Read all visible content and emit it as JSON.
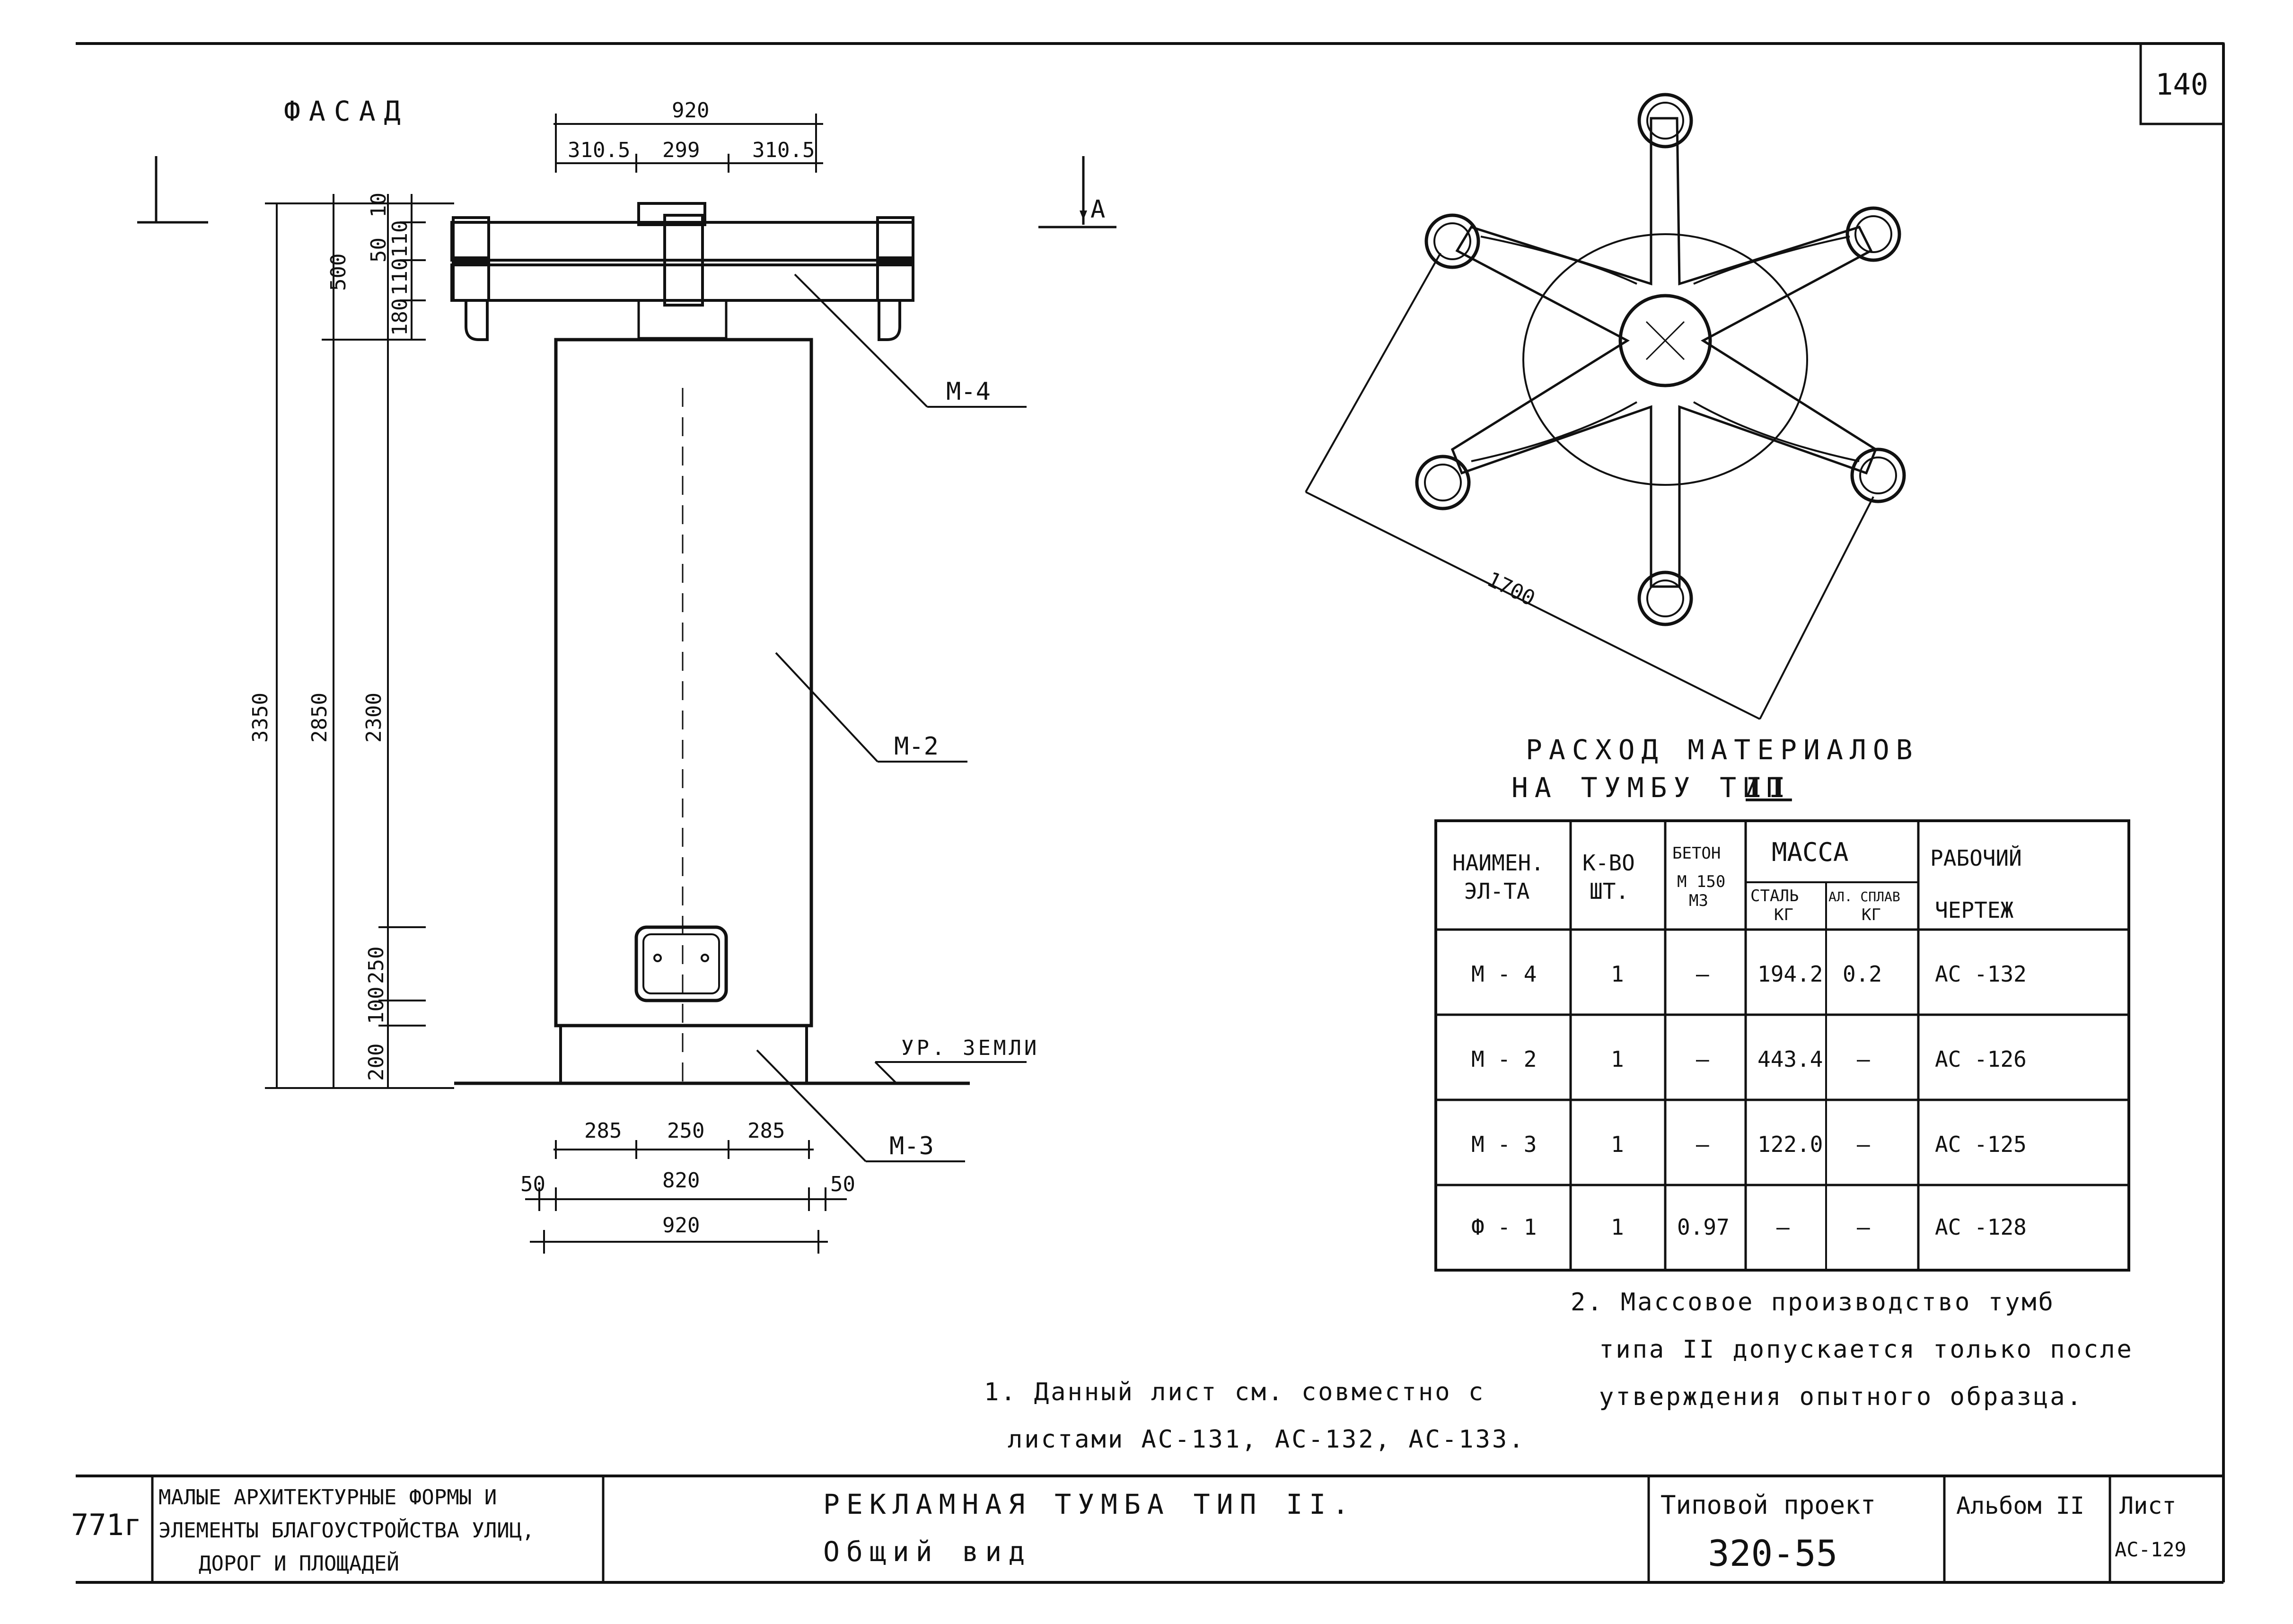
{
  "sheet_number": "140",
  "facade": {
    "title": "ФАСАД",
    "section_marker": "А",
    "dims_top": {
      "overall": "920",
      "left": "310.5",
      "middle": "299",
      "right": "310.5"
    },
    "dims_left": {
      "total": "3350",
      "to_top": "2850",
      "body": "2300",
      "cap": "500"
    },
    "dims_cap": [
      "10",
      "50",
      "110",
      "110",
      "180"
    ],
    "dims_base": [
      "250",
      "100",
      "200"
    ],
    "dims_bottom": {
      "left": "285",
      "middle": "250",
      "right": "285",
      "inner": "820",
      "margin_left": "50",
      "margin_right": "50",
      "overall": "920"
    },
    "leaders": {
      "m4": "М-4",
      "m2": "М-2",
      "m3": "М-3"
    },
    "ground_label": "УР. ЗЕМЛИ"
  },
  "plan": {
    "dim": "1700"
  },
  "materials": {
    "title_line1": "РАСХОД МАТЕРИАЛОВ",
    "title_line2": "НА ТУМБУ ТИП",
    "title_roman": "II",
    "headers": {
      "name_1": "НАИМЕН.",
      "name_2": "ЭЛ-ТА",
      "qty_1": "К-ВО",
      "qty_2": "ШТ.",
      "concrete_1": "БЕТОН",
      "concrete_2": "М 150",
      "concrete_3": "М3",
      "mass": "МАССА",
      "steel_1": "СТАЛЬ",
      "steel_2": "КГ",
      "alloy_1": "АЛ. СПЛАВ",
      "alloy_2": "КГ",
      "drawing_1": "РАБОЧИЙ",
      "drawing_2": "ЧЕРТЕЖ"
    },
    "rows": [
      {
        "name": "М - 4",
        "qty": "1",
        "concrete": "—",
        "steel": "194.2",
        "alloy": "0.2",
        "drawing": "АС -132"
      },
      {
        "name": "М - 2",
        "qty": "1",
        "concrete": "—",
        "steel": "443.4",
        "alloy": "—",
        "drawing": "АС -126"
      },
      {
        "name": "М - 3",
        "qty": "1",
        "concrete": "—",
        "steel": "122.0",
        "alloy": "—",
        "drawing": "АС -125"
      },
      {
        "name": "Ф - 1",
        "qty": "1",
        "concrete": "0.97",
        "steel": "—",
        "alloy": "—",
        "drawing": "АС -128"
      }
    ]
  },
  "notes": {
    "note1_line1": "1. Данный лист см. совместно с",
    "note1_line2": "листами АС-131, АС-132, АС-133.",
    "note2_line1": "2. Массовое производство тумб",
    "note2_line2": "типа II допускается только после",
    "note2_line3": "утверждения опытного образца."
  },
  "title_block": {
    "code": "771г",
    "org_line1": "МАЛЫЕ АРХИТЕКТУРНЫЕ ФОРМЫ И",
    "org_line2": "ЭЛЕМЕНТЫ БЛАГОУСТРОЙСТВА УЛИЦ,",
    "org_line3": "ДОРОГ И ПЛОЩАДЕЙ",
    "name_line1": "РЕКЛАМНАЯ ТУМБА ТИП II.",
    "name_line2": "Общий вид",
    "project_label": "Типовой проект",
    "project_number": "320-55",
    "album_label": "Альбом II",
    "sheet_label": "Лист",
    "sheet_code": "АС-129"
  }
}
